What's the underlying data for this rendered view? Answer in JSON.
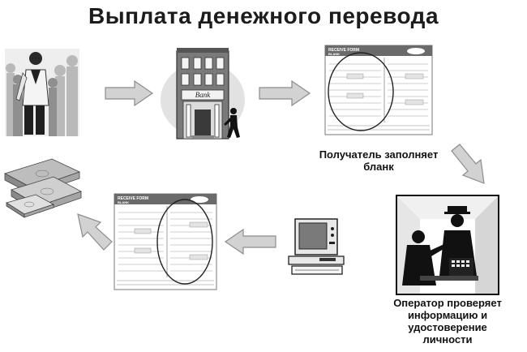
{
  "diagram": {
    "title": "Выплата денежного перевода",
    "steps": [
      {
        "caption": ""
      },
      {
        "sign": "Bank"
      },
      {
        "caption": "Получатель заполняет бланк",
        "form_header": "RECEIVE FORM",
        "form_subheader": "BLANK"
      },
      {
        "caption": "Оператор проверяет информацию и удостоверение личности"
      },
      {
        "caption": ""
      },
      {
        "form_header": "RECEIVE FORM",
        "form_subheader": "BLANK"
      },
      {
        "caption": ""
      }
    ],
    "colors": {
      "arrow": "#d2d2d2",
      "arrow_stroke": "#8c8c8c",
      "ink": "#111111"
    }
  }
}
